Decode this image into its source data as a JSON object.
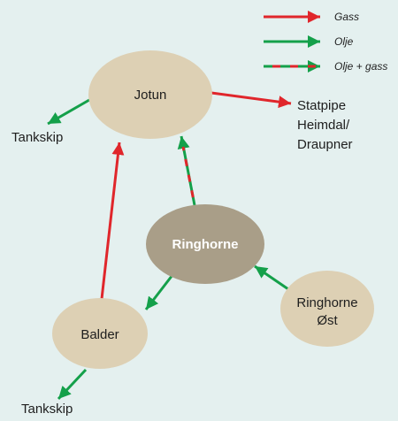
{
  "colors": {
    "background": "#e4f0ef",
    "gas": "#e0262b",
    "oil": "#14a04a",
    "node_fill": "#ddd0b4",
    "hub_fill": "#a99e88"
  },
  "legend": {
    "gas": "Gass",
    "oil": "Olje",
    "oil_gas": "Olje + gass"
  },
  "nodes": {
    "jotun": "Jotun",
    "ringhorne": "Ringhorne",
    "balder": "Balder",
    "ringhorne_ost_line1": "Ringhorne",
    "ringhorne_ost_line2": "Øst"
  },
  "destinations": {
    "tankskip_top": "Tankskip",
    "tankskip_bottom": "Tankskip",
    "statpipe_line1": "Statpipe",
    "statpipe_line2": "Heimdal/",
    "statpipe_line3": "Draupner"
  },
  "flows": [
    {
      "from": "Jotun",
      "to": "Tankskip",
      "type": "oil"
    },
    {
      "from": "Jotun",
      "to": "Statpipe Heimdal/Draupner",
      "type": "gas"
    },
    {
      "from": "Ringhorne",
      "to": "Jotun",
      "type": "oil_gas"
    },
    {
      "from": "Balder",
      "to": "Jotun",
      "type": "gas"
    },
    {
      "from": "Ringhorne",
      "to": "Balder",
      "type": "oil"
    },
    {
      "from": "Ringhorne Øst",
      "to": "Ringhorne",
      "type": "oil"
    },
    {
      "from": "Balder",
      "to": "Tankskip",
      "type": "oil"
    }
  ]
}
